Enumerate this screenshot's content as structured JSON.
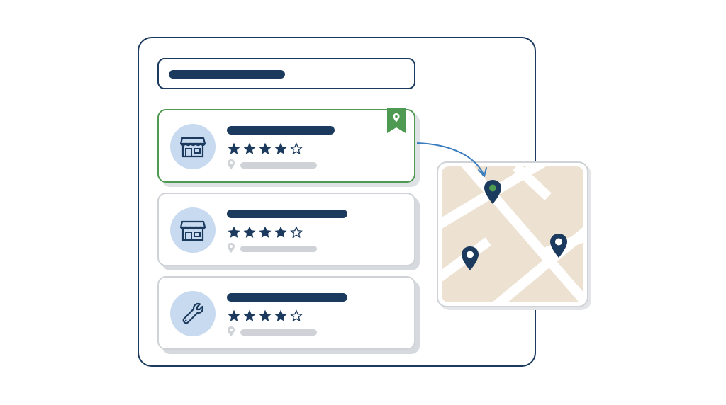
{
  "colors": {
    "navy": "#1b3a5e",
    "accent_green": "#4f9a52",
    "avatar_bg": "#c8daf0",
    "map_block": "#ede2d2",
    "border_gray": "#cfd2d6"
  },
  "search": {
    "value": ""
  },
  "results": [
    {
      "icon": "storefront-icon",
      "rating": 4,
      "max_rating": 5,
      "selected": true,
      "bookmarked": true
    },
    {
      "icon": "storefront-icon",
      "rating": 4,
      "max_rating": 5,
      "selected": false,
      "bookmarked": false
    },
    {
      "icon": "wrench-icon",
      "rating": 4,
      "max_rating": 5,
      "selected": false,
      "bookmarked": false
    }
  ],
  "map": {
    "pin_count": 3,
    "highlighted_pin": 1
  }
}
